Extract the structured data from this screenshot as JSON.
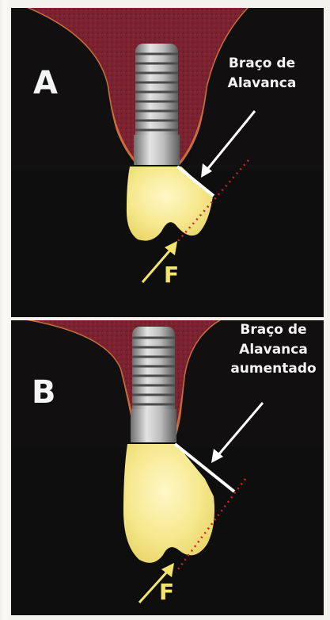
{
  "panels": [
    {
      "letter": "A",
      "lever_label_line1": "Braço de",
      "lever_label_line2": "Alavanca",
      "force_label": "F"
    },
    {
      "letter": "B",
      "lever_label_line1": "Braço de",
      "lever_label_line2": "Alavanca",
      "lever_label_line3": "aumentado",
      "force_label": "F"
    }
  ],
  "colors": {
    "background": "#0e0e0f",
    "gingiva": "#7a2230",
    "bone_line": "#c96d3a",
    "implant": "#b7b7b7",
    "crown": "#f7ec9a",
    "force_arrow": "#f3e56c",
    "lever_arrow": "#ffffff",
    "dotted_line": "#d21f2b"
  }
}
